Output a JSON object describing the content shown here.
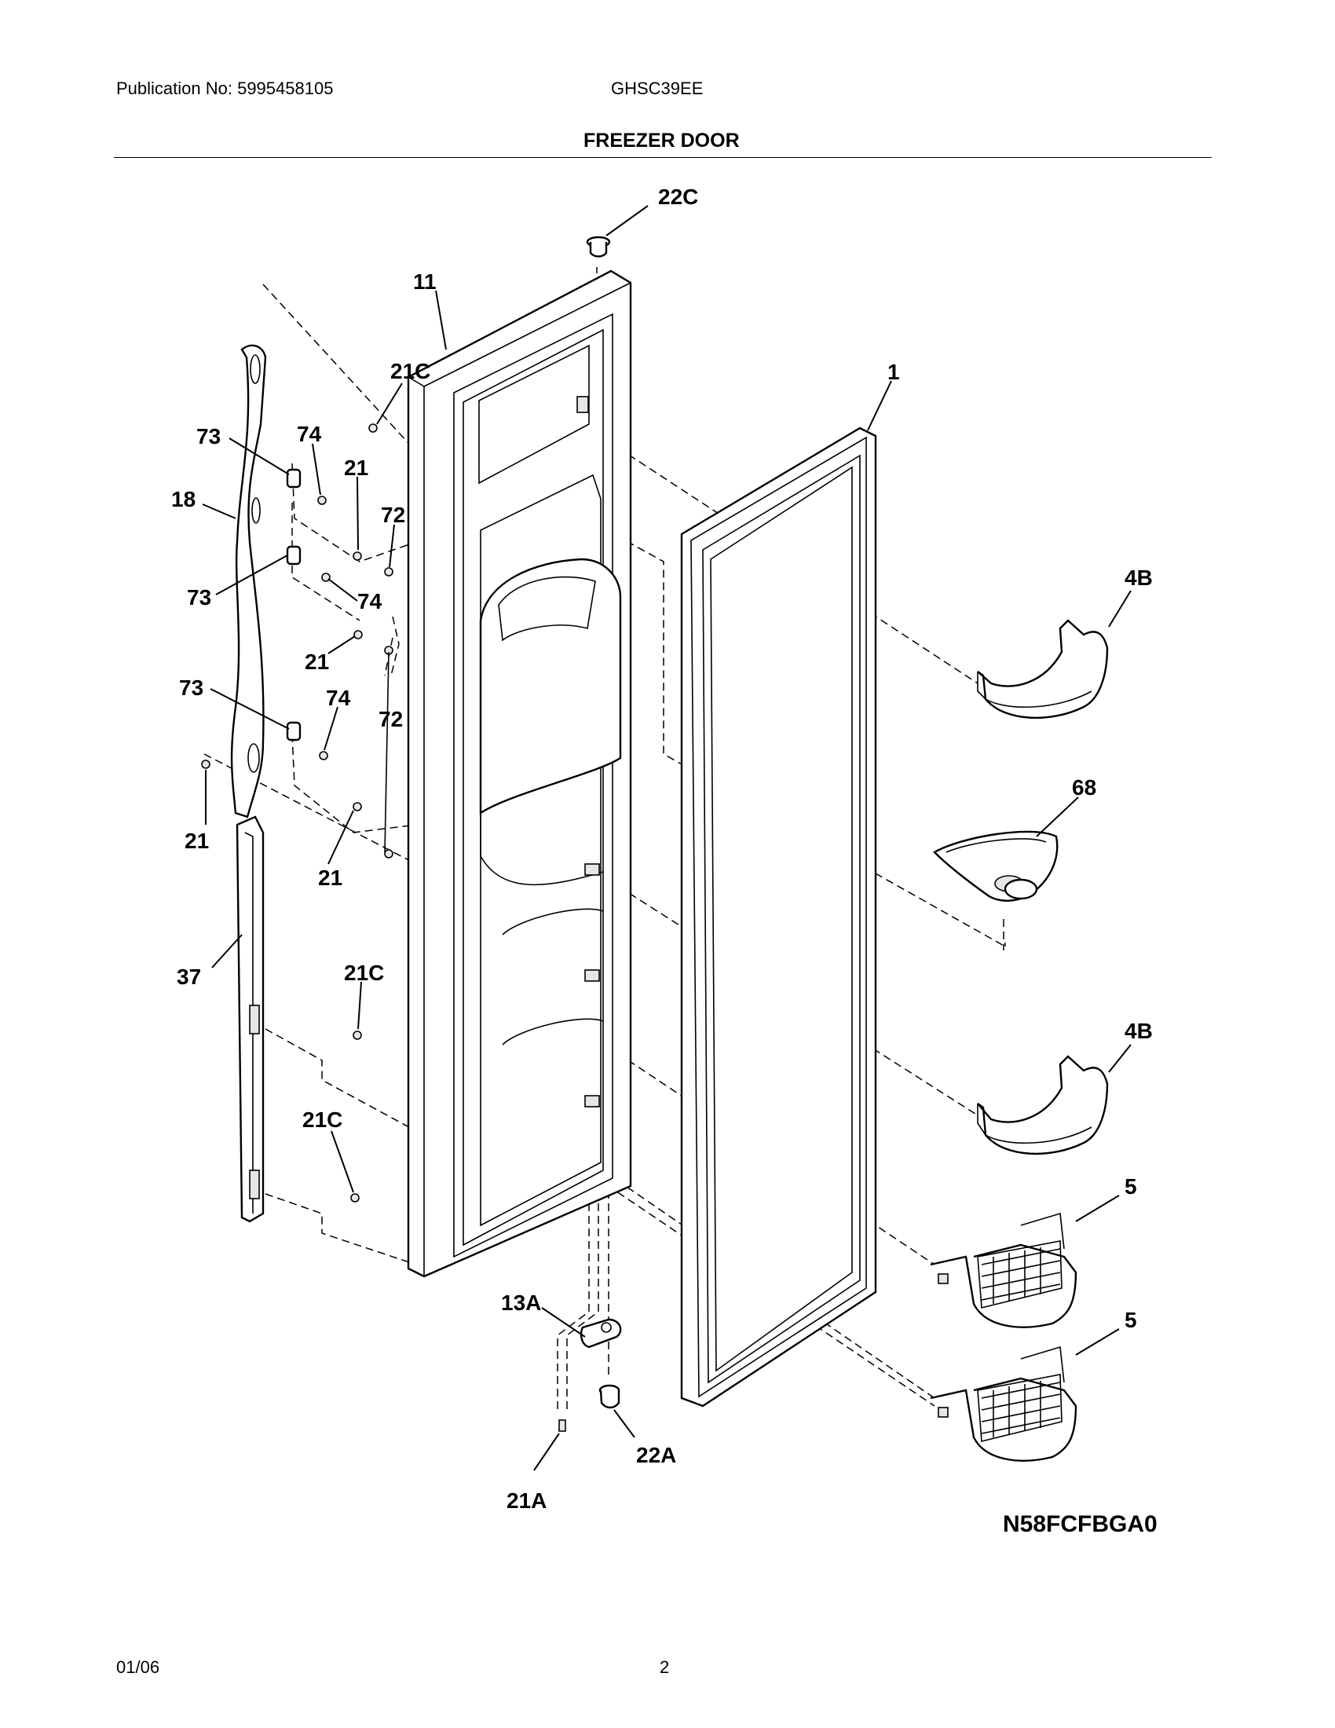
{
  "header": {
    "publication": "Publication No: 5995458105",
    "model": "GHSC39EE",
    "section_title": "FREEZER DOOR"
  },
  "callouts": {
    "c22C_top": "22C",
    "c11": "11",
    "c21C_top": "21C",
    "c1": "1",
    "c73_a": "73",
    "c74_a": "74",
    "c21_a": "21",
    "c72_a": "72",
    "c18": "18",
    "c73_b": "73",
    "c74_b": "74",
    "c21_b": "21",
    "c73_c": "73",
    "c74_c": "74",
    "c72_b": "72",
    "c21_c": "21",
    "c21_d": "21",
    "c4B_a": "4B",
    "c68": "68",
    "c37": "37",
    "c21C_mid": "21C",
    "c21C_low": "21C",
    "c4B_b": "4B",
    "c5_a": "5",
    "c5_b": "5",
    "c13A": "13A",
    "c22A": "22A",
    "c21A": "21A"
  },
  "diagram_code": "N58FCFBGA0",
  "footer": {
    "date": "01/06",
    "page": "2"
  }
}
